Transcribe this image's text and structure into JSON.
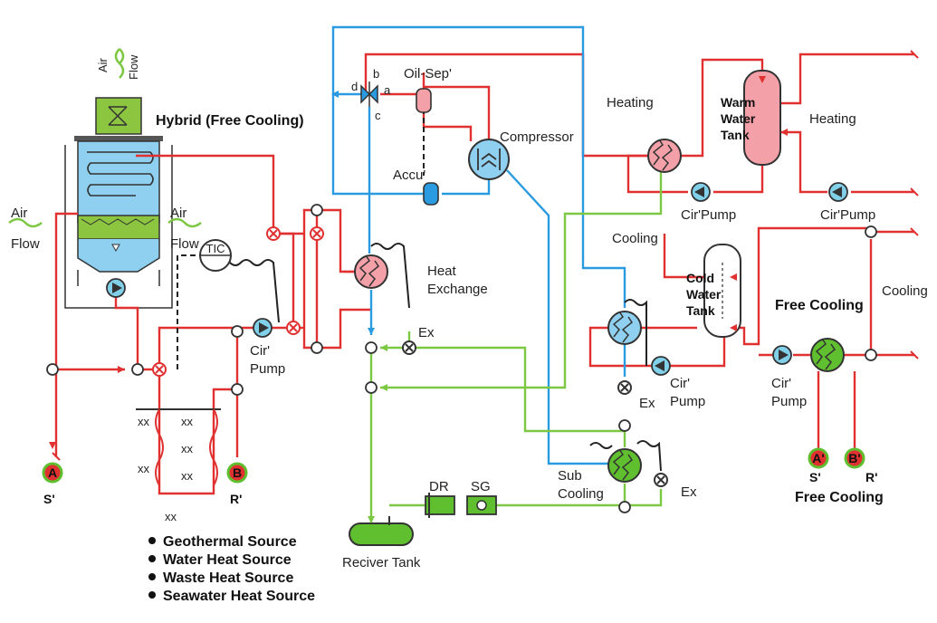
{
  "labels": {
    "hybrid": "Hybrid (Free Cooling)",
    "air_top_1": "Air",
    "air_top_2": "Flow",
    "air_left_1": "Air",
    "air_left_2": "Flow",
    "air_right_1": "Air",
    "air_right_2": "Flow",
    "tic": "TIC",
    "cir_pump_left_1": "Cir'",
    "cir_pump_left_2": "Pump",
    "oil_sep": "Oil-Sep'",
    "compressor": "Compressor",
    "accu": "Accu'",
    "valve_a": "a",
    "valve_b": "b",
    "valve_c": "c",
    "valve_d": "d",
    "heat_exchange_1": "Heat",
    "heat_exchange_2": "Exchange",
    "ex_1": "Ex",
    "ex_2": "Ex",
    "ex_3": "Ex",
    "heating_left": "Heating",
    "heating_right": "Heating",
    "warm_tank_1": "Warm",
    "warm_tank_2": "Water",
    "warm_tank_3": "Tank",
    "cir_pump_warm": "Cir'Pump",
    "cir_pump_heating": "Cir'Pump",
    "cooling_left": "Cooling",
    "cooling_right": "Cooling",
    "cold_tank_1": "Cold",
    "cold_tank_2": "Water",
    "cold_tank_3": "Tank",
    "free_cooling_top": "Free Cooling",
    "free_cooling_bottom": "Free Cooling",
    "cir_pump_cold_1": "Cir'",
    "cir_pump_cold_2": "Pump",
    "cir_pump_free_1": "Cir'",
    "cir_pump_free_2": "Pump",
    "sub_cooling_1": "Sub",
    "sub_cooling_2": "Cooling",
    "dr": "DR",
    "sg": "SG",
    "receiver_tank": "Reciver Tank",
    "a_left": "A",
    "b_left": "B",
    "s_left": "S'",
    "r_left": "R'",
    "a_right": "A'",
    "b_right": "B'",
    "s_right": "S'",
    "r_right": "R'"
  },
  "sources": [
    "Geothermal Source",
    "Water Heat Source",
    "Waste Heat Source",
    "Seawater Heat Source"
  ],
  "colors": {
    "hot_line": "#e03030",
    "cold_line": "#2a9be0",
    "liquid_line": "#7cc843",
    "tower_body": "#8fd0f0",
    "tower_top": "#8cc540",
    "warm_tank": "#f4a0a8",
    "exchanger_green": "#5fbf2f"
  }
}
